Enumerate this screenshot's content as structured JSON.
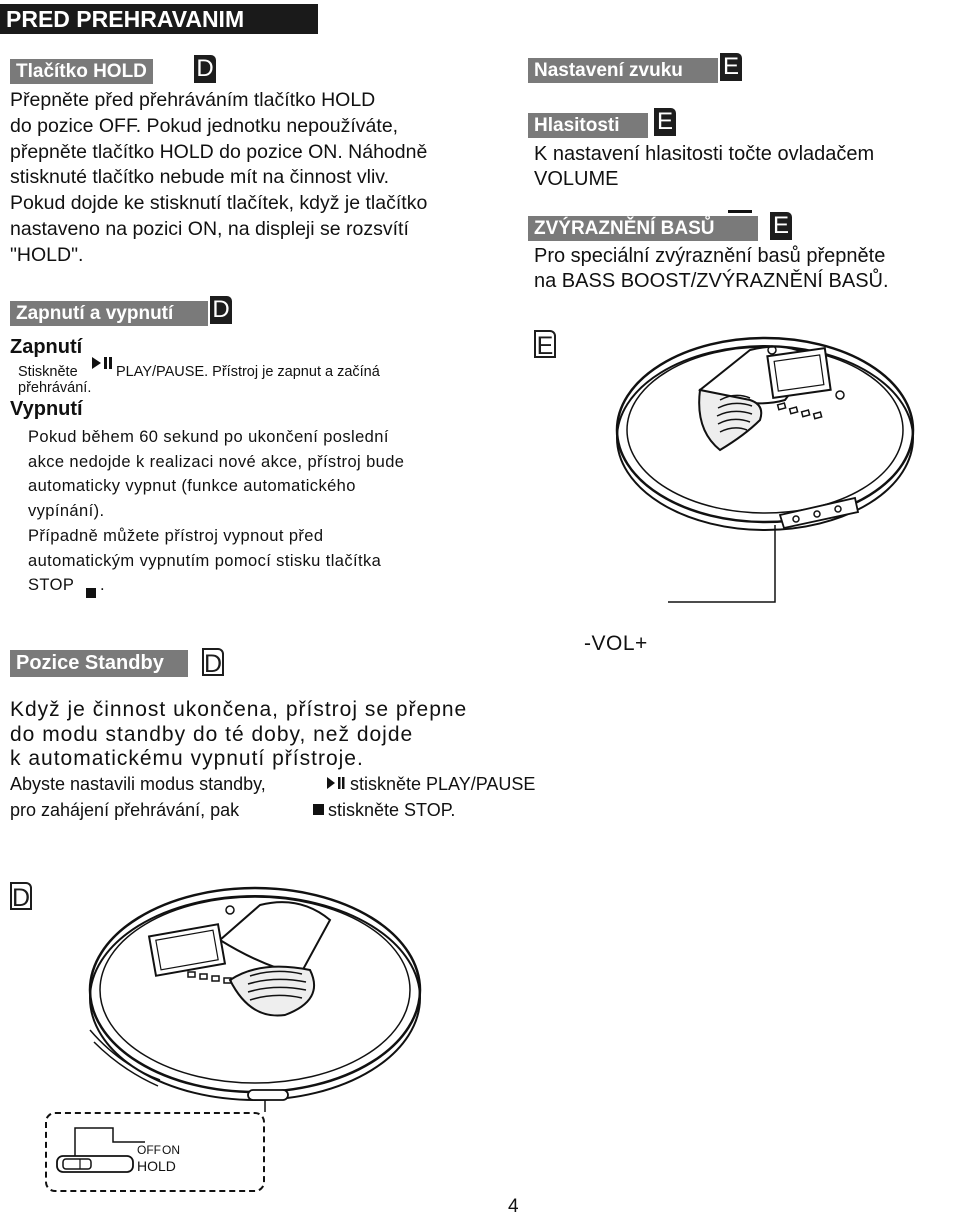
{
  "header": {
    "title": "PRED PREHRAVANIM"
  },
  "hold": {
    "heading": "Tlačítko HOLD",
    "badge": "D",
    "text": "Přepněte před přehráváním tlačítko HOLD\ndo pozice OFF. Pokud jednotku nepoužíváte,\npřepněte tlačítko HOLD do pozice ON. Náhodně\nstisknuté tlačítko nebude mít na činnost vliv.\nPokud dojde ke stisknutí  tlačítek, když je tlačítko\nnastaveno na pozici ON, na displeji se rozsvítí\n\"HOLD\"."
  },
  "power": {
    "heading": "Zapnutí a vypnutí",
    "badge": "D",
    "on_title": "Zapnutí",
    "on_text_a": "Stiskněte",
    "on_text_b": "PLAY/PAUSE. Přístroj je zapnut a začíná",
    "on_text_c": "přehrávání.",
    "off_title": "Vypnutí",
    "off_text_1": "Pokud během 60 sekund po ukončení poslední\nakce nedojde k realizaci nové akce, přístroj bude\nautomaticky vypnut (funkce automatického\nvypínání).",
    "off_text_2": "Případně můžete přístroj vypnout před\nautomatickým vypnutím pomocí stisku tlačítka",
    "off_text_3": "STOP",
    "off_text_4": "."
  },
  "sound": {
    "heading": "Nastavení zvuku",
    "badge": "E",
    "volume_heading": "Hlasitosti",
    "volume_badge": "E",
    "volume_text": "K nastavení hlasitosti točte ovladačem\nVOLUME",
    "bass_heading": "ZVÝRAZNĚNÍ BASŮ",
    "bass_badge": "E",
    "bass_text": "Pro speciální zvýraznění basů přepněte\nna BASS BOOST/ZVÝRAZNĚNÍ BASŮ.",
    "figure_badge": "E",
    "vol_label": "-VOL+"
  },
  "standby": {
    "heading": "Pozice Standby",
    "badge": "D",
    "text": "Když je činnost ukončena, přístroj se přepne\ndo modu standby do té doby, než dojde\nk automatickému vypnutí přístroje.",
    "line1a": "Abyste nastavili modus standby,",
    "line1b": "stiskněte PLAY/PAUSE",
    "line2a": "pro zahájení přehrávání, pak",
    "line2b": "stiskněte STOP."
  },
  "figure_d": {
    "badge": "D",
    "switch_off": "OFF",
    "switch_on": "ON",
    "switch_hold": "HOLD"
  },
  "footer": {
    "page_number": "4"
  }
}
